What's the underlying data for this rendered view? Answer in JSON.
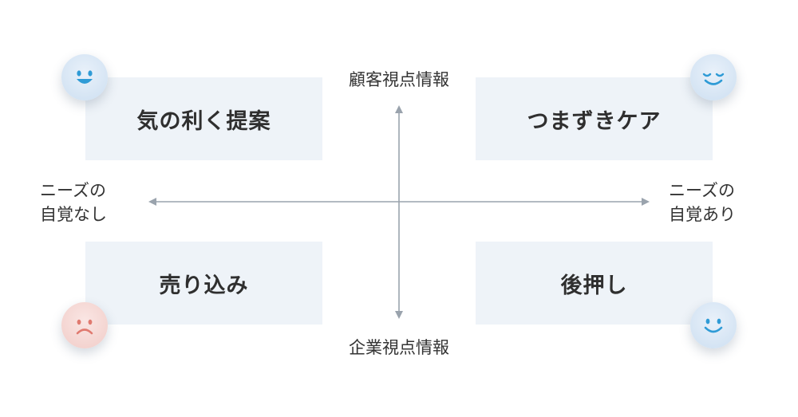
{
  "quadrants": {
    "top_left": "気の利く提案",
    "top_right": "つまずきケア",
    "bottom_left": "売り込み",
    "bottom_right": "後押し"
  },
  "axis_labels": {
    "top": "顧客視点情報",
    "bottom": "企業視点情報",
    "left_line1": "ニーズの",
    "left_line2": "自覚なし",
    "right_line1": "ニーズの",
    "right_line2": "自覚あり"
  },
  "faces": {
    "top_left": "open-mouth-smile-icon",
    "top_right": "closed-eye-smile-icon",
    "bottom_left": "frown-icon",
    "bottom_right": "smile-icon"
  },
  "colors": {
    "quadrant_bg": "#eef3f8",
    "axis": "#9aa3ad",
    "positive_face_bg": "#dbe8f5",
    "positive_face_fg": "#2f9bd6",
    "negative_face_bg": "#f7d9d6",
    "negative_face_fg": "#e07a70"
  }
}
